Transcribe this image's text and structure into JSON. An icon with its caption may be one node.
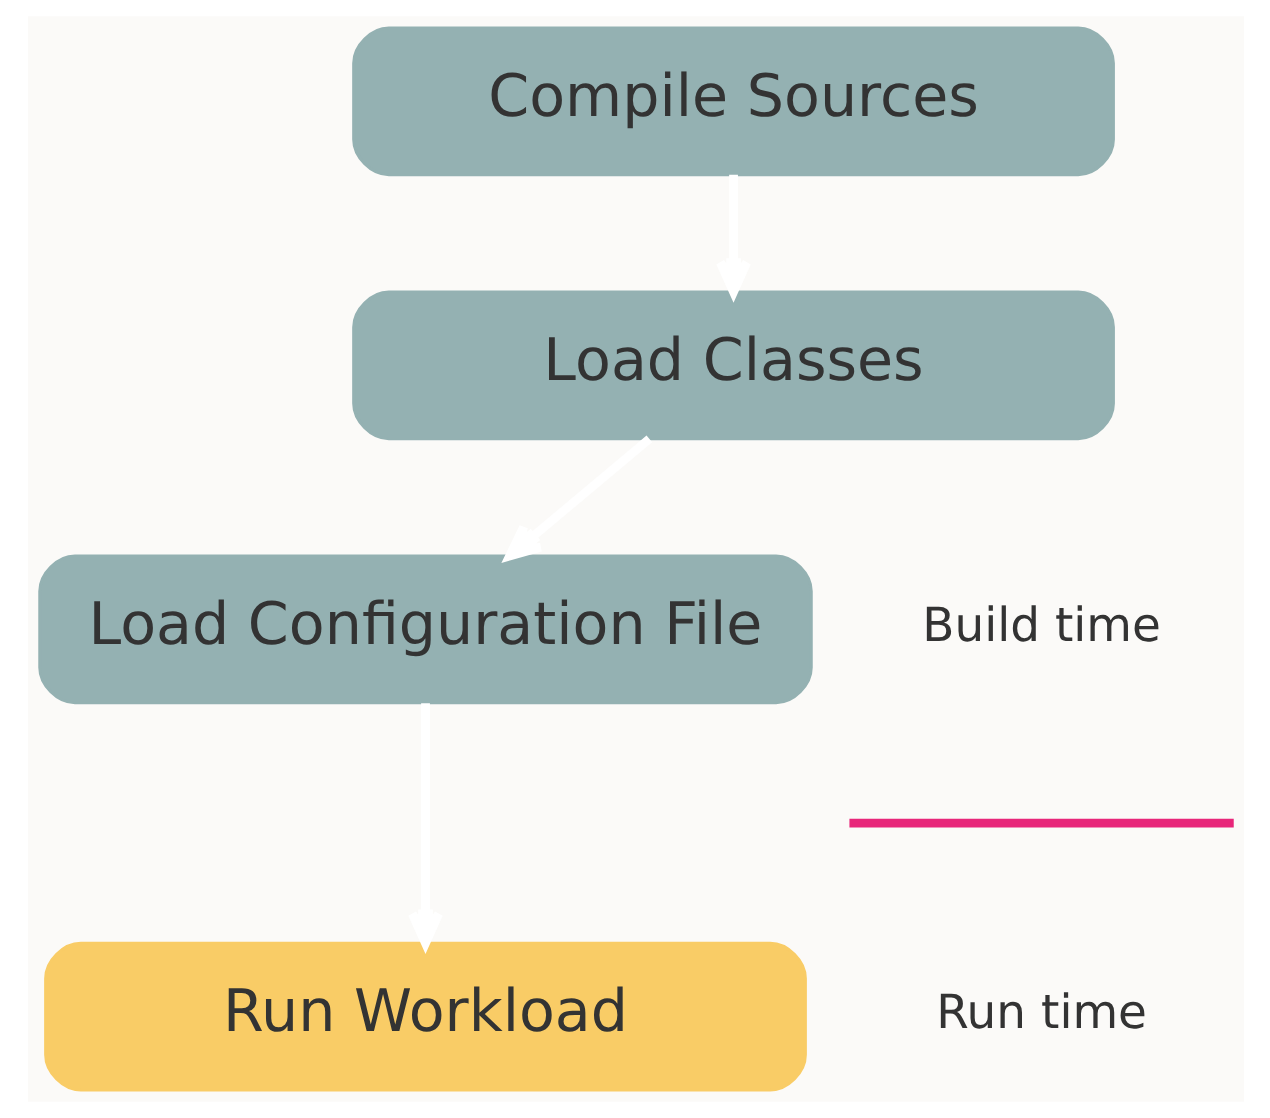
{
  "diagram": {
    "nodes": [
      {
        "text": [
          "Compile Sources"
        ]
      },
      {
        "text": [
          "Load Classes"
        ]
      },
      {
        "text": [
          "Load Configuration File"
        ]
      },
      {
        "text": [
          "Run Workload"
        ]
      }
    ],
    "edges": [
      {
        "from": 0,
        "to": 1,
        "arrow": "to"
      },
      {
        "from": 1,
        "to": 2,
        "arrow": "to"
      },
      {
        "from": 2,
        "to": 3,
        "arrow": "to"
      }
    ],
    "labels": [
      "Build time",
      "Run time"
    ]
  }
}
